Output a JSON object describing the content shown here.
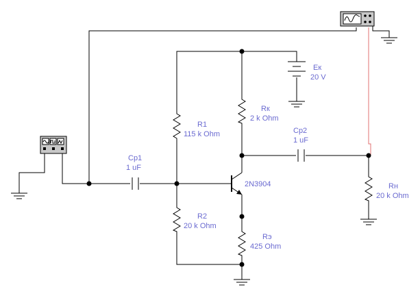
{
  "components": {
    "r1": {
      "ref": "R1",
      "value": "115 k Ohm"
    },
    "r2": {
      "ref": "R2",
      "value": "20 k Ohm"
    },
    "rk": {
      "ref": "Rк",
      "value": "2 k Ohm"
    },
    "re": {
      "ref": "Rэ",
      "value": "425  Ohm"
    },
    "rn": {
      "ref": "Rн",
      "value": "20 k Ohm"
    },
    "cp1": {
      "ref": "Cp1",
      "value": "1 uF"
    },
    "cp2": {
      "ref": "Cp2",
      "value": "1 uF"
    },
    "ek": {
      "ref": "Eк",
      "value": "20 V"
    },
    "transistor": {
      "model": "2N3904"
    }
  },
  "colors": {
    "wire": "#000000",
    "probe_wire": "#e07070",
    "label": "#6a6ad0",
    "instrument_body": "#c8c8c8"
  },
  "icons": {
    "generator": "function-generator-icon",
    "oscilloscope": "oscilloscope-icon"
  }
}
